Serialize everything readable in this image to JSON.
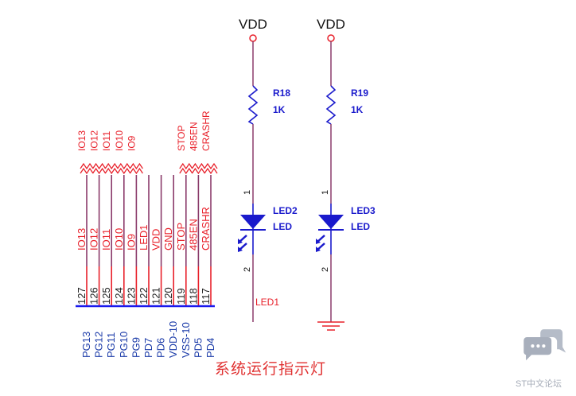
{
  "colors": {
    "wire": "#8a3a6a",
    "pin": "#e8202a",
    "part": "#1a1acc",
    "net": "#e8202a",
    "bus": "#1a1aee"
  },
  "pins": [
    {
      "number": "127",
      "name": "PG13",
      "net": "IO13",
      "top_label": "IO13",
      "break": true
    },
    {
      "number": "126",
      "name": "PG12",
      "net": "IO12",
      "top_label": "IO12",
      "break": true
    },
    {
      "number": "125",
      "name": "PG11",
      "net": "IO11",
      "top_label": "IO11",
      "break": true
    },
    {
      "number": "124",
      "name": "PG10",
      "net": "IO10",
      "top_label": "IO10",
      "break": true
    },
    {
      "number": "123",
      "name": "PG9",
      "net": "IO9",
      "top_label": "IO9",
      "break": true
    },
    {
      "number": "122",
      "name": "PD7",
      "net": "LED1",
      "top_label": "",
      "break": false
    },
    {
      "number": "121",
      "name": "PD6",
      "net": "VDD",
      "top_label": "",
      "break": false
    },
    {
      "number": "120",
      "name": "VDD-10",
      "net": "GND",
      "top_label": "",
      "break": false
    },
    {
      "number": "119",
      "name": "VSS-10",
      "net": "STOP",
      "top_label": "STOP",
      "break": true
    },
    {
      "number": "118",
      "name": "PD5",
      "net": "485EN",
      "top_label": "485EN",
      "break": true
    },
    {
      "number": "117",
      "name": "PD4",
      "net": "CRASHR",
      "top_label": "CRASHR",
      "break": true
    }
  ],
  "circuits": [
    {
      "supply": "VDD",
      "resistor": "R18",
      "resistor_value": "1K",
      "pin1": "1",
      "led": "LED2",
      "led_type": "LED",
      "pin2": "2",
      "end_label": "LED1",
      "ground": false
    },
    {
      "supply": "VDD",
      "resistor": "R19",
      "resistor_value": "1K",
      "pin1": "1",
      "led": "LED3",
      "led_type": "LED",
      "pin2": "2",
      "end_label": "",
      "ground": true
    }
  ],
  "caption": "系统运行指示灯",
  "watermark": {
    "icon": "chat-bubbles-icon",
    "text": "ST中文论坛"
  }
}
